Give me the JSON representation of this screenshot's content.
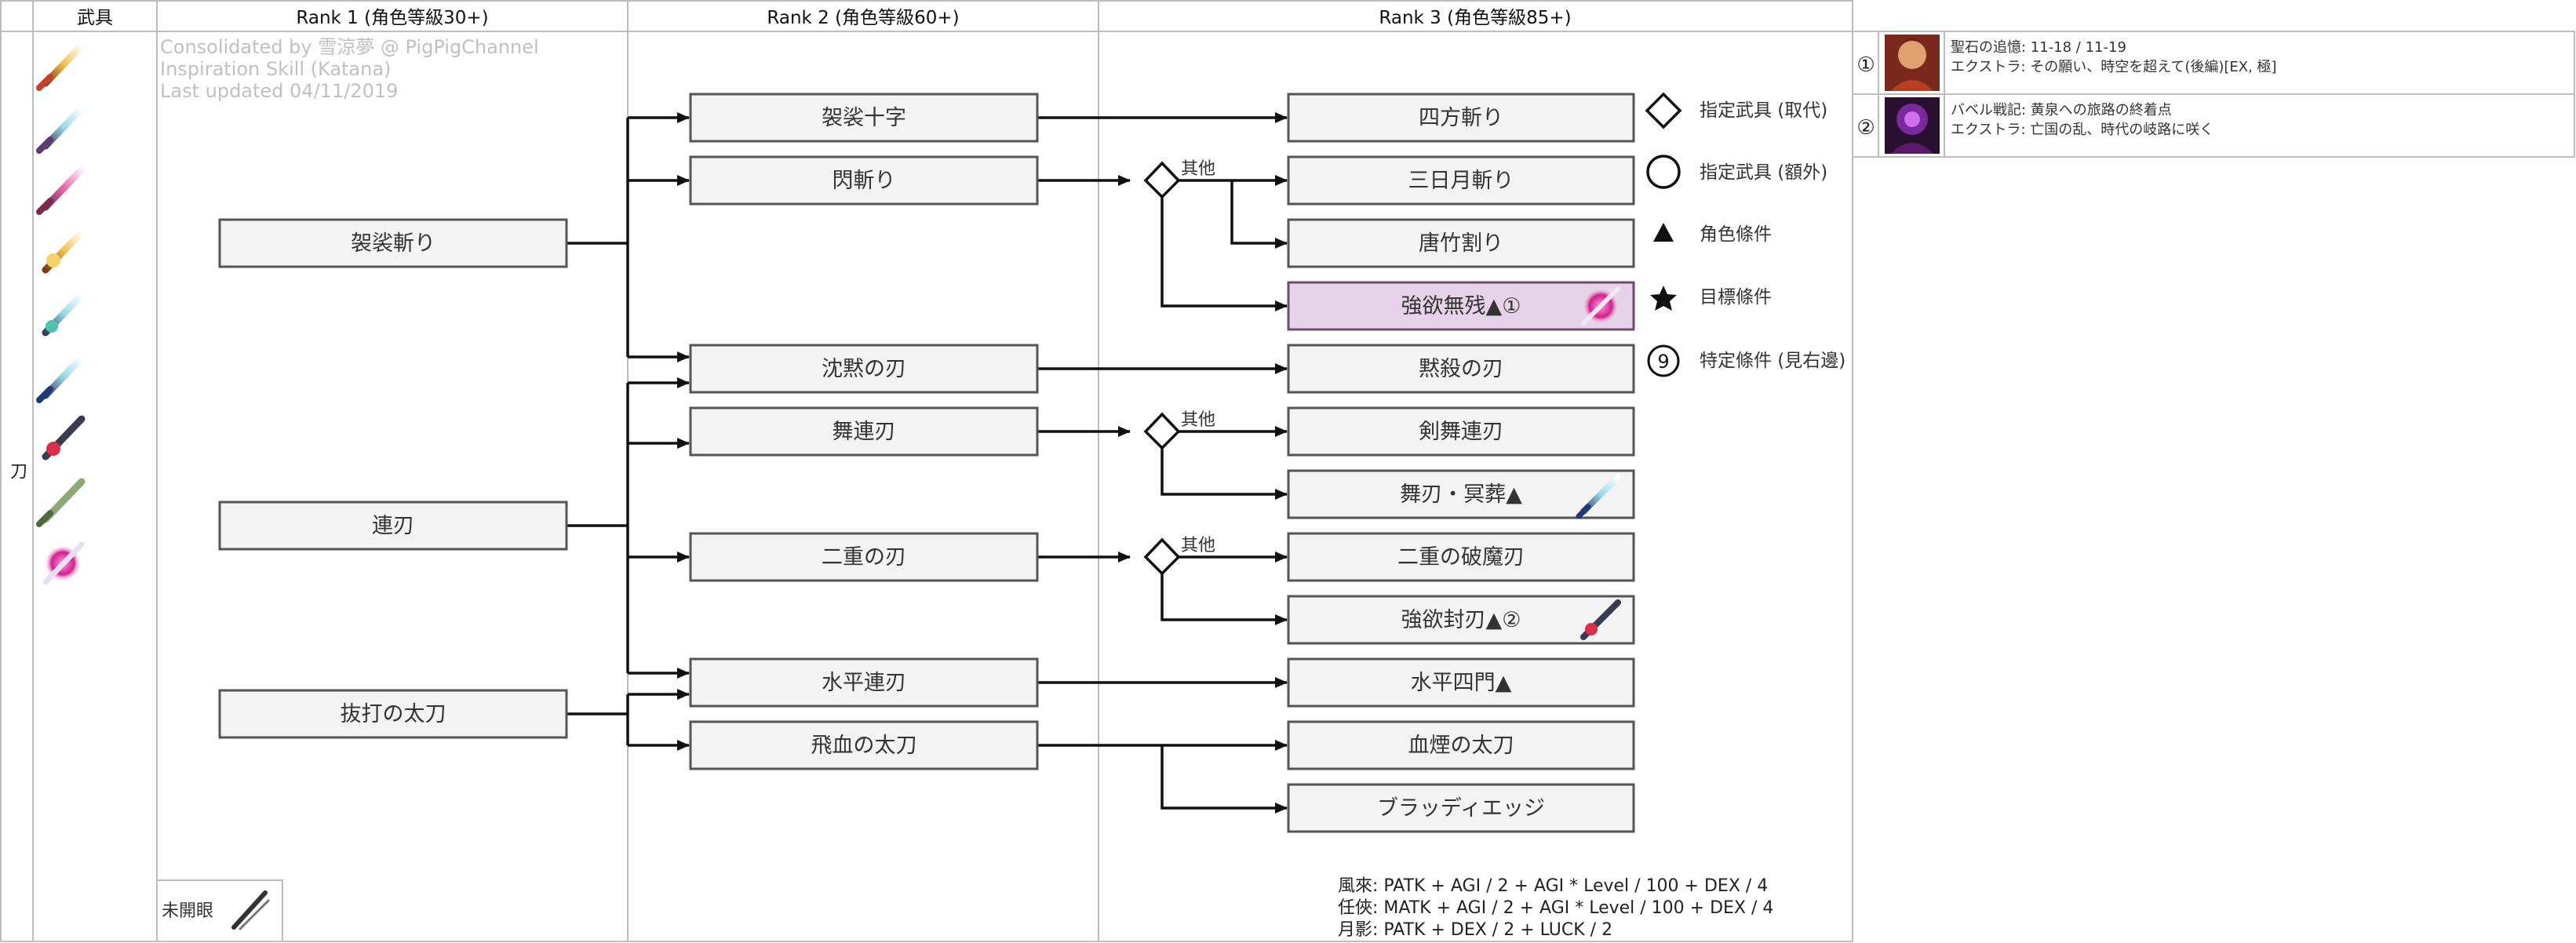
{
  "headers": {
    "weapon": "武具",
    "rank1": "Rank 1 (角色等級30+)",
    "rank2": "Rank 2 (角色等級60+)",
    "rank3": "Rank 3 (角色等級85+)"
  },
  "side_label": "刀",
  "watermark": [
    "Consolidated by 雪涼夢 @ PigPigChannel",
    "Inspiration Skill (Katana)",
    "Last updated 04/11/2019"
  ],
  "rank1": [
    {
      "id": "r1a",
      "label": "袈裟斬り"
    },
    {
      "id": "r1b",
      "label": "連刃"
    },
    {
      "id": "r1c",
      "label": "抜打の太刀"
    }
  ],
  "rank2": [
    {
      "id": "r2a",
      "label": "袈裟十字"
    },
    {
      "id": "r2b",
      "label": "閃斬り"
    },
    {
      "id": "r2c",
      "label": "沈黙の刃"
    },
    {
      "id": "r2d",
      "label": "舞連刃"
    },
    {
      "id": "r2e",
      "label": "二重の刃"
    },
    {
      "id": "r2f",
      "label": "水平連刃"
    },
    {
      "id": "r2g",
      "label": "飛血の太刀"
    }
  ],
  "rank3": [
    {
      "id": "r3a",
      "label": "四方斬り"
    },
    {
      "id": "r3b",
      "label": "三日月斬り"
    },
    {
      "id": "r3c",
      "label": "唐竹割り"
    },
    {
      "id": "r3d",
      "label": "強欲無残▲①",
      "highlight": true
    },
    {
      "id": "r3e",
      "label": "黙殺の刃"
    },
    {
      "id": "r3f",
      "label": "剣舞連刃"
    },
    {
      "id": "r3g",
      "label": "舞刃・冥葬▲"
    },
    {
      "id": "r3h",
      "label": "二重の破魔刃"
    },
    {
      "id": "r3i",
      "label": "強欲封刃▲②"
    },
    {
      "id": "r3j",
      "label": "水平四門▲"
    },
    {
      "id": "r3k",
      "label": "血煙の太刀"
    },
    {
      "id": "r3l",
      "label": "ブラッディエッジ"
    }
  ],
  "branch_label": "其他",
  "legend": [
    {
      "symbol": "diamond",
      "label": "指定武具 (取代)"
    },
    {
      "symbol": "circle",
      "label": "指定武具 (額外)"
    },
    {
      "symbol": "triangle",
      "label": "角色條件"
    },
    {
      "symbol": "star",
      "label": "目標條件"
    },
    {
      "symbol": "circled-9",
      "label": "特定條件 (見右邊)"
    }
  ],
  "unawakened_label": "未開眼",
  "formulas": [
    "風來: PATK + AGI / 2 + AGI * Level / 100 + DEX / 4",
    "任俠: MATK + AGI / 2 + AGI * Level / 100 + DEX / 4",
    "月影: PATK + DEX / 2 + LUCK / 2"
  ],
  "conditions": [
    {
      "mark": "①",
      "lines": [
        "聖石の追憶: 11-18 / 11-19",
        "エクストラ: その願い、時空を超えて(後編)[EX, 極]"
      ]
    },
    {
      "mark": "②",
      "lines": [
        "バベル戦記: 黄泉への旅路の終着点",
        "エクストラ: 亡国の乱、時代の岐路に咲く"
      ]
    }
  ],
  "colors": {
    "box_fill": "#f3f3f3",
    "box_highlight": "#e6d3e8",
    "line": "#111111",
    "grid": "#bcbcbc",
    "watermark": "#c0c0c0"
  }
}
